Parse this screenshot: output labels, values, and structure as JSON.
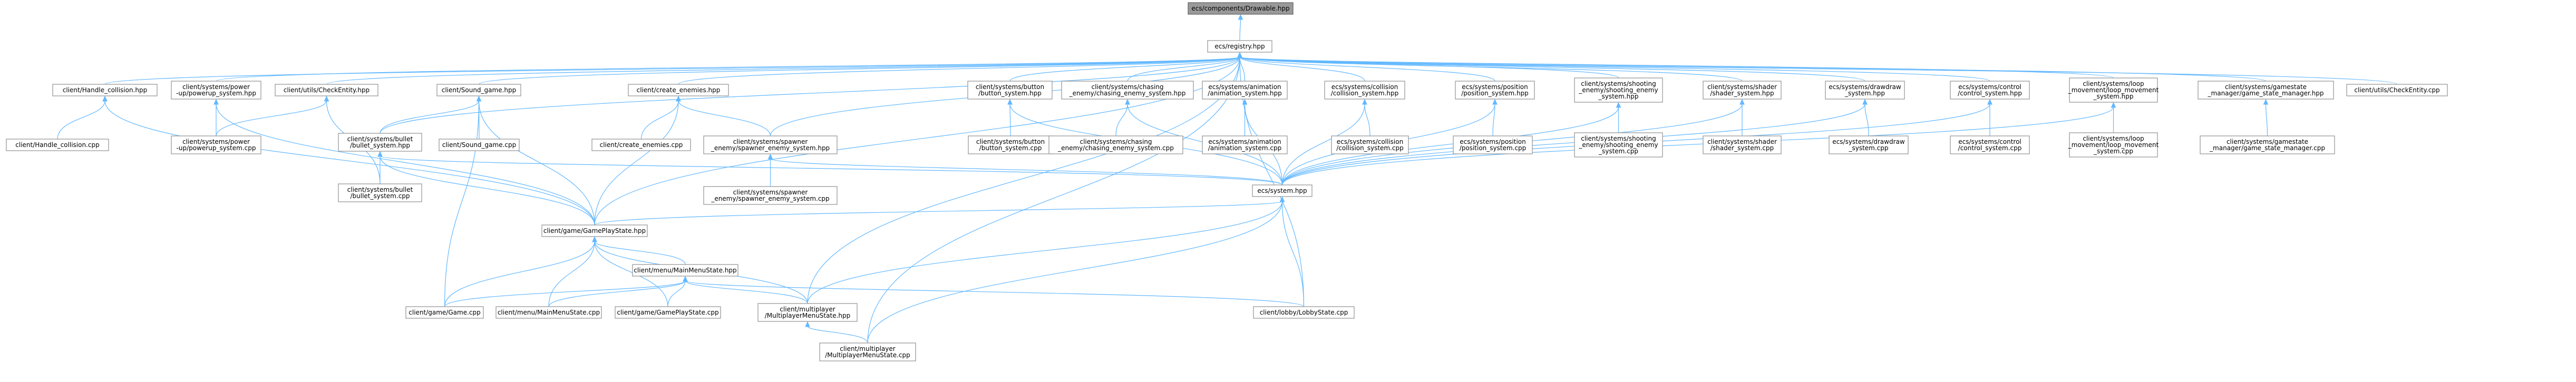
{
  "graph": {
    "type": "include-dependency-graph",
    "colors": {
      "edge": "#63b8ff",
      "node_border": "#999999",
      "root_fill": "#999999",
      "node_fill": "#ffffff"
    },
    "nodes": {
      "drawable": {
        "lines": [
          "ecs/components/Drawable.hpp"
        ],
        "root": true
      },
      "registry": {
        "lines": [
          "ecs/registry.hpp"
        ]
      },
      "handle_coll_h": {
        "lines": [
          "client/Handle_collision.hpp"
        ]
      },
      "handle_coll_c": {
        "lines": [
          "client/Handle_collision.cpp"
        ]
      },
      "powerup_h": {
        "lines": [
          "client/systems/power",
          "-up/powerup_system.hpp"
        ]
      },
      "powerup_c": {
        "lines": [
          "client/systems/power",
          "-up/powerup_system.cpp"
        ]
      },
      "checkentity_h": {
        "lines": [
          "client/utils/CheckEntity.hpp"
        ]
      },
      "sound_h": {
        "lines": [
          "client/Sound_game.hpp"
        ]
      },
      "sound_c": {
        "lines": [
          "client/Sound_game.cpp"
        ]
      },
      "bullet_h": {
        "lines": [
          "client/systems/bullet",
          "/bullet_system.hpp"
        ]
      },
      "bullet_c": {
        "lines": [
          "client/systems/bullet",
          "/bullet_system.cpp"
        ]
      },
      "create_enemies_h": {
        "lines": [
          "client/create_enemies.hpp"
        ]
      },
      "create_enemies_c": {
        "lines": [
          "client/create_enemies.cpp"
        ]
      },
      "spawner_h": {
        "lines": [
          "client/systems/spawner",
          "_enemy/spawner_enemy_system.hpp"
        ]
      },
      "spawner_c": {
        "lines": [
          "client/systems/spawner",
          "_enemy/spawner_enemy_system.cpp"
        ]
      },
      "button_h": {
        "lines": [
          "client/systems/button",
          "/button_system.hpp"
        ]
      },
      "button_c": {
        "lines": [
          "client/systems/button",
          "/button_system.cpp"
        ]
      },
      "chasing_h": {
        "lines": [
          "client/systems/chasing",
          "_enemy/chasing_enemy_system.hpp"
        ]
      },
      "chasing_c": {
        "lines": [
          "client/systems/chasing",
          "_enemy/chasing_enemy_system.cpp"
        ]
      },
      "animation_h": {
        "lines": [
          "ecs/systems/animation",
          "/animation_system.hpp"
        ]
      },
      "animation_c": {
        "lines": [
          "ecs/systems/animation",
          "/animation_system.cpp"
        ]
      },
      "collision_h": {
        "lines": [
          "ecs/systems/collision",
          "/collision_system.hpp"
        ]
      },
      "collision_c": {
        "lines": [
          "ecs/systems/collision",
          "/collision_system.cpp"
        ]
      },
      "position_h": {
        "lines": [
          "ecs/systems/position",
          "/position_system.hpp"
        ]
      },
      "position_c": {
        "lines": [
          "ecs/systems/position",
          "/position_system.cpp"
        ]
      },
      "shooting_h": {
        "lines": [
          "client/systems/shooting",
          "_enemy/shooting_enemy",
          "_system.hpp"
        ]
      },
      "shooting_c": {
        "lines": [
          "client/systems/shooting",
          "_enemy/shooting_enemy",
          "_system.cpp"
        ]
      },
      "shader_h": {
        "lines": [
          "client/systems/shader",
          "/shader_system.hpp"
        ]
      },
      "shader_c": {
        "lines": [
          "client/systems/shader",
          "/shader_system.cpp"
        ]
      },
      "drawdraw_h": {
        "lines": [
          "ecs/systems/drawdraw",
          "_system.hpp"
        ]
      },
      "drawdraw_c": {
        "lines": [
          "ecs/systems/drawdraw",
          "_system.cpp"
        ]
      },
      "control_h": {
        "lines": [
          "ecs/systems/control",
          "/control_system.hpp"
        ]
      },
      "control_c": {
        "lines": [
          "ecs/systems/control",
          "/control_system.cpp"
        ]
      },
      "loop_h": {
        "lines": [
          "client/systems/loop",
          "_movement/loop_movement",
          "_system.hpp"
        ]
      },
      "loop_c": {
        "lines": [
          "client/systems/loop",
          "_movement/loop_movement",
          "_system.cpp"
        ]
      },
      "gamestate_mgr_h": {
        "lines": [
          "client/systems/gamestate",
          "_manager/game_state_manager.hpp"
        ]
      },
      "gamestate_mgr_c": {
        "lines": [
          "client/systems/gamestate",
          "_manager/game_state_manager.cpp"
        ]
      },
      "checkentity_c": {
        "lines": [
          "client/utils/CheckEntity.cpp"
        ]
      },
      "system_h": {
        "lines": [
          "ecs/system.hpp"
        ]
      },
      "gameplay_h": {
        "lines": [
          "client/game/GamePlayState.hpp"
        ]
      },
      "mainmenu_h": {
        "lines": [
          "client/menu/MainMenuState.hpp"
        ]
      },
      "game_c": {
        "lines": [
          "client/game/Game.cpp"
        ]
      },
      "mainmenu_c": {
        "lines": [
          "client/menu/MainMenuState.cpp"
        ]
      },
      "gameplay_c": {
        "lines": [
          "client/game/GamePlayState.cpp"
        ]
      },
      "multi_h": {
        "lines": [
          "client/multiplayer",
          "/MultiplayerMenuState.hpp"
        ]
      },
      "lobby_c": {
        "lines": [
          "client/lobby/LobbyState.cpp"
        ]
      },
      "multi_c": {
        "lines": [
          "client/multiplayer",
          "/MultiplayerMenuState.cpp"
        ]
      }
    },
    "edges": [
      [
        "drawable",
        "registry"
      ],
      [
        "registry",
        "handle_coll_h"
      ],
      [
        "registry",
        "powerup_h"
      ],
      [
        "registry",
        "checkentity_h"
      ],
      [
        "registry",
        "sound_h"
      ],
      [
        "registry",
        "bullet_h"
      ],
      [
        "registry",
        "create_enemies_h"
      ],
      [
        "registry",
        "spawner_h"
      ],
      [
        "registry",
        "button_h"
      ],
      [
        "registry",
        "chasing_h"
      ],
      [
        "registry",
        "animation_h"
      ],
      [
        "registry",
        "collision_h"
      ],
      [
        "registry",
        "position_h"
      ],
      [
        "registry",
        "shooting_h"
      ],
      [
        "registry",
        "shader_h"
      ],
      [
        "registry",
        "drawdraw_h"
      ],
      [
        "registry",
        "control_h"
      ],
      [
        "registry",
        "loop_h"
      ],
      [
        "registry",
        "gamestate_mgr_h"
      ],
      [
        "registry",
        "checkentity_c"
      ],
      [
        "registry",
        "gameplay_h"
      ],
      [
        "registry",
        "multi_h"
      ],
      [
        "registry",
        "multi_c"
      ],
      [
        "registry",
        "lobby_c"
      ],
      [
        "handle_coll_h",
        "handle_coll_c"
      ],
      [
        "handle_coll_h",
        "gameplay_h"
      ],
      [
        "powerup_h",
        "powerup_c"
      ],
      [
        "powerup_h",
        "gameplay_h"
      ],
      [
        "checkentity_h",
        "powerup_c"
      ],
      [
        "checkentity_h",
        "bullet_c"
      ],
      [
        "sound_h",
        "sound_c"
      ],
      [
        "sound_h",
        "bullet_h"
      ],
      [
        "sound_h",
        "game_c"
      ],
      [
        "sound_h",
        "gameplay_h"
      ],
      [
        "bullet_h",
        "bullet_c"
      ],
      [
        "bullet_h",
        "gameplay_h"
      ],
      [
        "bullet_h",
        "system_h"
      ],
      [
        "create_enemies_h",
        "create_enemies_c"
      ],
      [
        "create_enemies_h",
        "spawner_h"
      ],
      [
        "create_enemies_h",
        "gameplay_h"
      ],
      [
        "spawner_h",
        "spawner_c"
      ],
      [
        "spawner_h",
        "system_h"
      ],
      [
        "button_h",
        "button_c"
      ],
      [
        "button_h",
        "system_h"
      ],
      [
        "chasing_h",
        "chasing_c"
      ],
      [
        "chasing_h",
        "system_h"
      ],
      [
        "animation_h",
        "animation_c"
      ],
      [
        "animation_h",
        "system_h"
      ],
      [
        "collision_h",
        "collision_c"
      ],
      [
        "collision_h",
        "system_h"
      ],
      [
        "position_h",
        "position_c"
      ],
      [
        "position_h",
        "system_h"
      ],
      [
        "shooting_h",
        "shooting_c"
      ],
      [
        "shooting_h",
        "system_h"
      ],
      [
        "shader_h",
        "shader_c"
      ],
      [
        "shader_h",
        "system_h"
      ],
      [
        "drawdraw_h",
        "drawdraw_c"
      ],
      [
        "drawdraw_h",
        "system_h"
      ],
      [
        "control_h",
        "control_c"
      ],
      [
        "control_h",
        "system_h"
      ],
      [
        "loop_h",
        "loop_c"
      ],
      [
        "loop_h",
        "system_h"
      ],
      [
        "gamestate_mgr_h",
        "gamestate_mgr_c"
      ],
      [
        "system_h",
        "gameplay_h"
      ],
      [
        "system_h",
        "multi_h"
      ],
      [
        "system_h",
        "lobby_c"
      ],
      [
        "system_h",
        "multi_c"
      ],
      [
        "gameplay_h",
        "mainmenu_h"
      ],
      [
        "gameplay_h",
        "game_c"
      ],
      [
        "gameplay_h",
        "mainmenu_c"
      ],
      [
        "gameplay_h",
        "gameplay_c"
      ],
      [
        "gameplay_h",
        "multi_h"
      ],
      [
        "mainmenu_h",
        "game_c"
      ],
      [
        "mainmenu_h",
        "mainmenu_c"
      ],
      [
        "mainmenu_h",
        "gameplay_c"
      ],
      [
        "mainmenu_h",
        "multi_h"
      ],
      [
        "mainmenu_h",
        "lobby_c"
      ],
      [
        "multi_h",
        "multi_c"
      ]
    ]
  }
}
